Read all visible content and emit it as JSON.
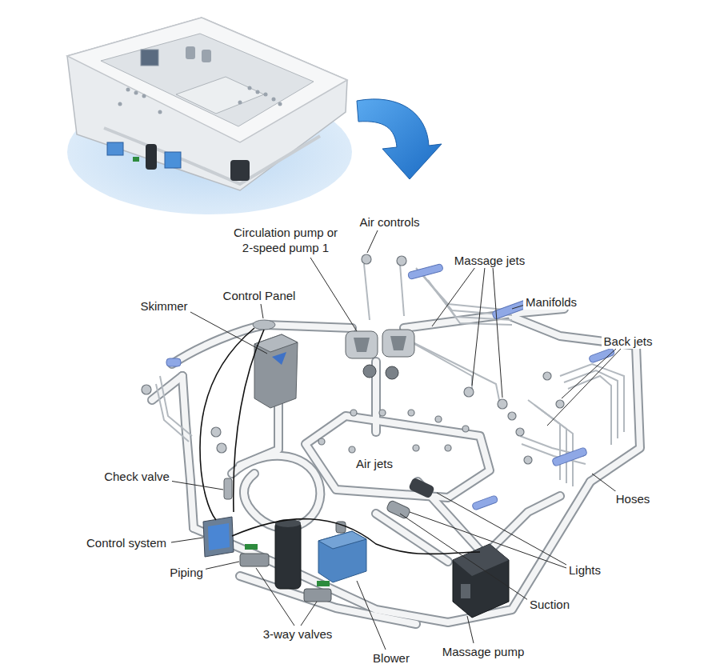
{
  "diagram": {
    "labels": [
      "Air controls",
      "Circulation pump or 2-speed pump 1",
      "Massage jets",
      "Control Panel",
      "Skimmer",
      "Manifolds",
      "Back jets",
      "Air jets",
      "Check valve",
      "Hoses",
      "Control system",
      "Lights",
      "Piping",
      "Suction",
      "3-way valves",
      "Blower",
      "Massage pump"
    ]
  }
}
